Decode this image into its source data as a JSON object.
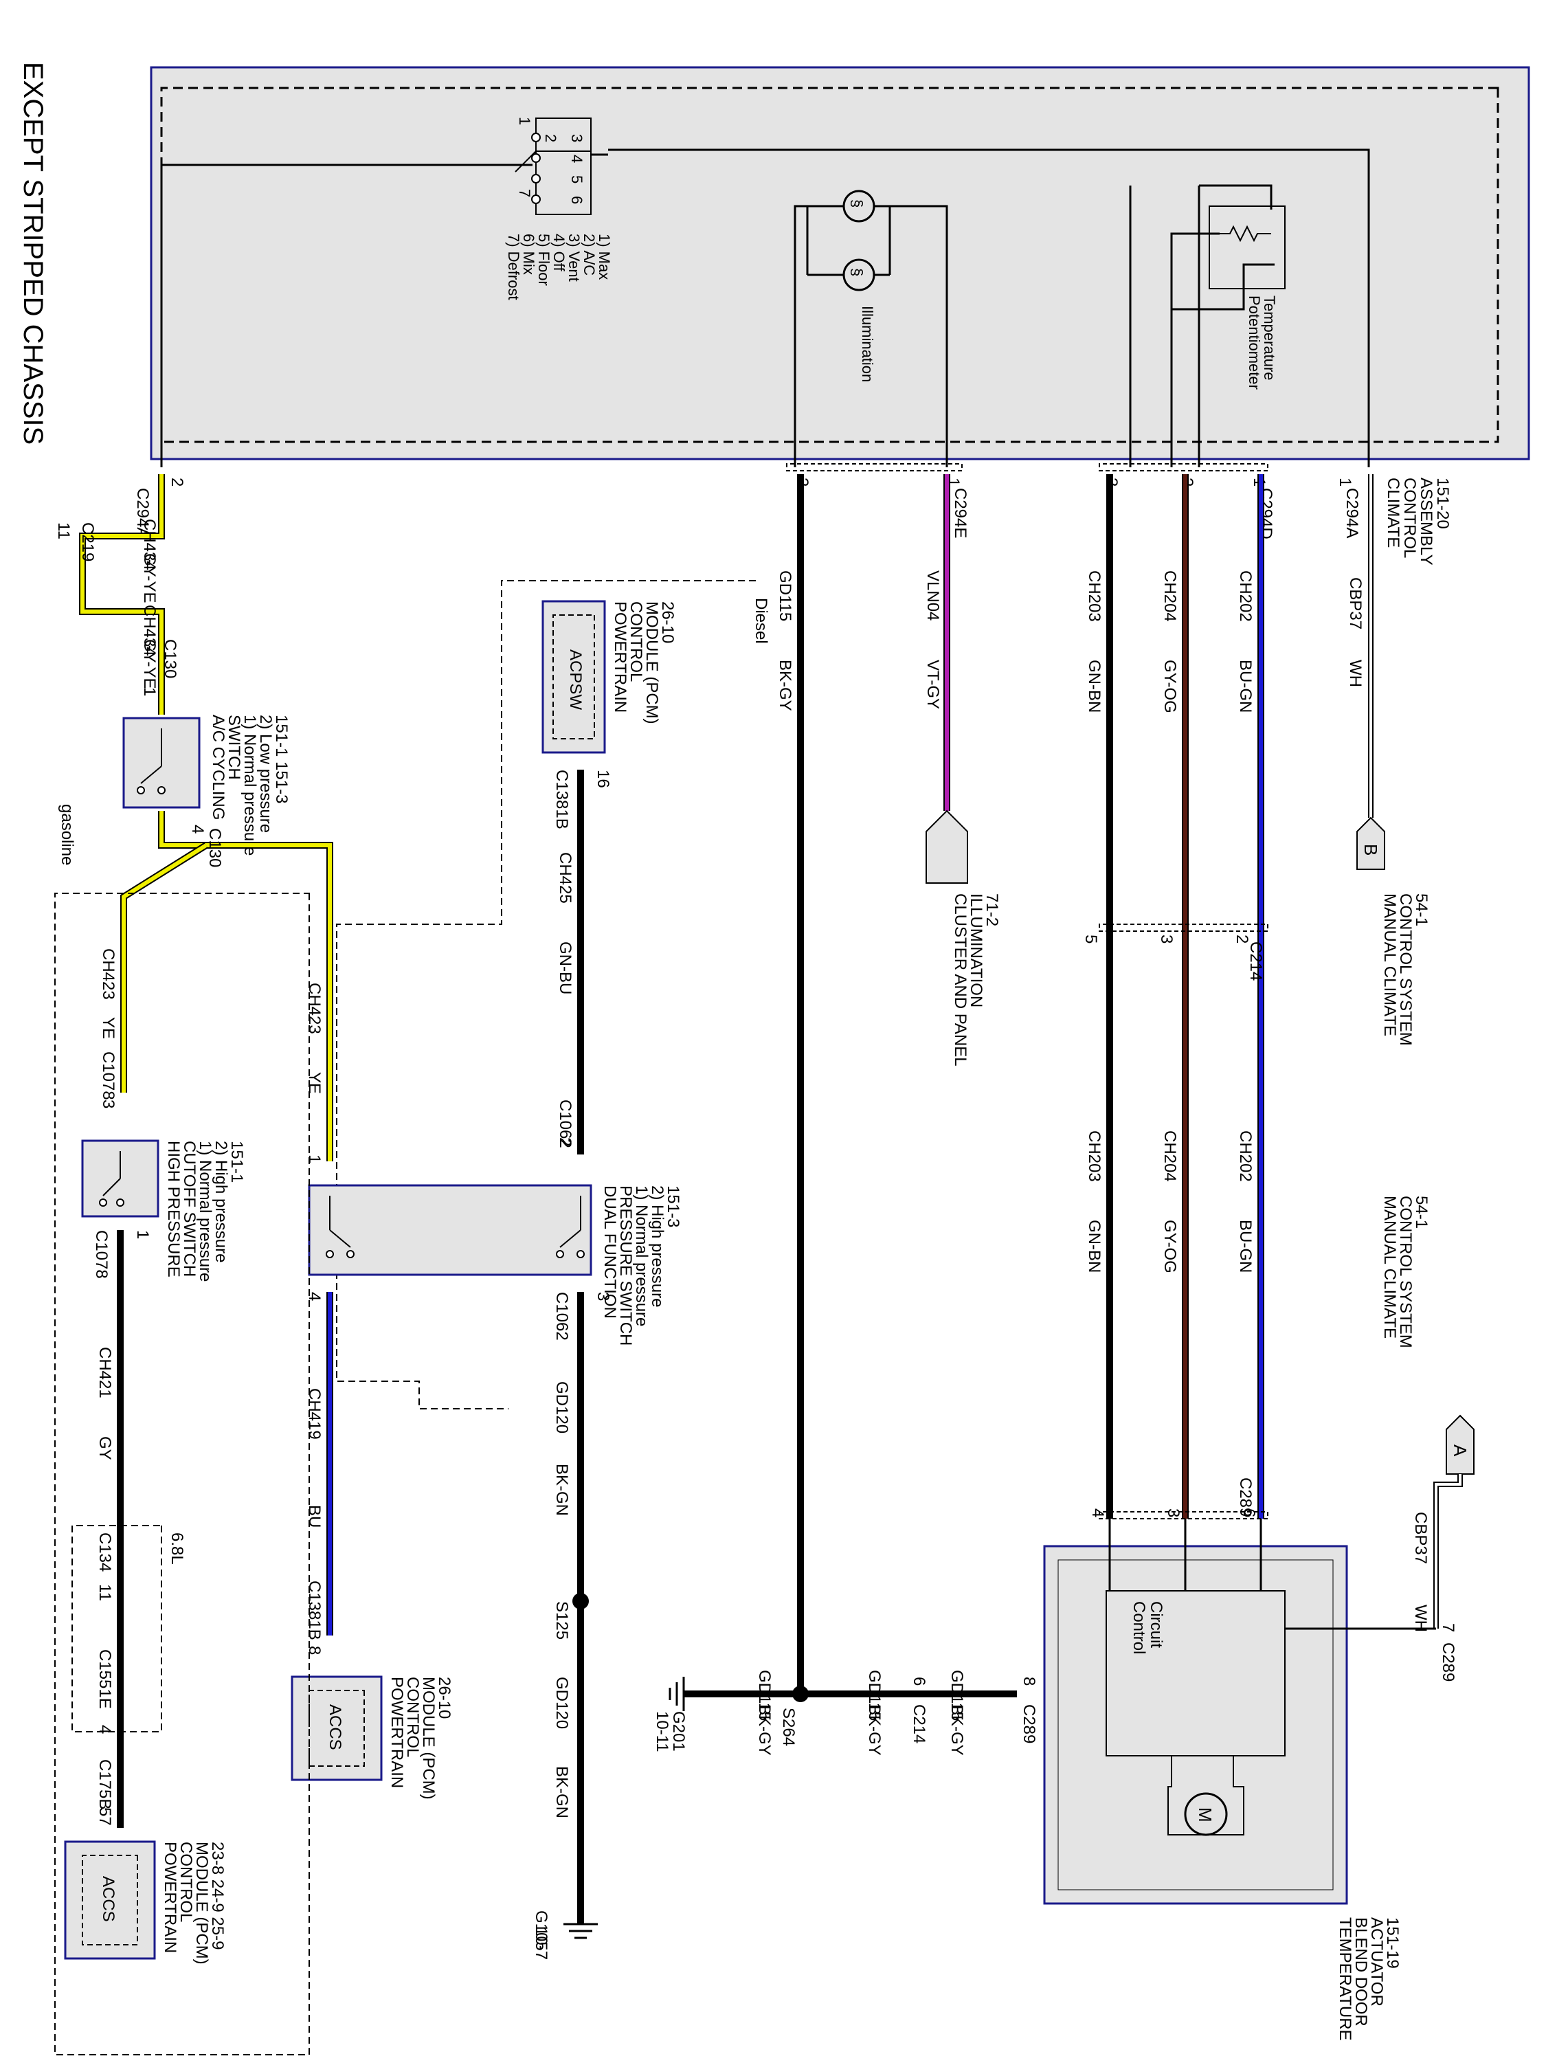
{
  "title": "EXCEPT STRIPPED CHASSIS",
  "colors": {
    "black": "#000000",
    "blue": "#1a1ad6",
    "brown": "#5a1a10",
    "violet": "#b020b0",
    "yellow": "#f0f000",
    "box_fill": "#e4e4e4",
    "box_border": "#1a1a8a"
  },
  "climate_assembly": {
    "label_lines": [
      "CLIMATE",
      "CONTROL",
      "ASSEMBLY",
      "151-20"
    ],
    "mode_switch_positions": [
      "1) Max",
      "2) A/C",
      "3) Vent",
      "4) Off",
      "5) Floor",
      "6) Mix",
      "7) Defrost"
    ],
    "mode_pins": [
      "1",
      "2",
      "3",
      "4",
      "5",
      "6",
      "7"
    ],
    "illumination_label": "Illumination",
    "potentiometer_label_lines": [
      "Temperature",
      "Potentiometer"
    ]
  },
  "connectors": {
    "c294a": "C294A",
    "c294d": "C294D",
    "c294e": "C294E",
    "c219": "C219",
    "c130": "C130",
    "c214": "C214",
    "c289": "C289",
    "c1381b": "C1381B",
    "c1062": "C1062",
    "c1078": "C1078",
    "c134": "C134",
    "c1551e": "C1551E",
    "c175b": "C175B",
    "s125": "S125",
    "s264": "S264"
  },
  "pins": {
    "p1": "1",
    "p2": "2",
    "p3": "3",
    "p4": "4",
    "p5": "5",
    "p6": "6",
    "p7": "7",
    "p8": "8",
    "p11": "11",
    "p16": "16",
    "p57": "57"
  },
  "circuits": {
    "cbp37": "CBP37",
    "wh": "WH",
    "ch202": "CH202",
    "bu_gn": "BU-GN",
    "ch204": "CH204",
    "gy_og": "GY-OG",
    "ch203": "CH203",
    "gn_bn": "GN-BN",
    "vln04": "VLN04",
    "vt_gy": "VT-GY",
    "gd115": "GD115",
    "bk_gy": "BK-GY",
    "ch434": "CH434",
    "gy_ye": "GY-YE",
    "ch425": "CH425",
    "gn_bu": "GN-BU",
    "ch423": "CH423",
    "ye": "YE",
    "ch419": "CH419",
    "bu": "BU",
    "gd120": "GD120",
    "bk_gn": "BK-GN",
    "ch421": "CH421",
    "gy": "GY"
  },
  "components": {
    "manual_climate_1": [
      "MANUAL CLIMATE",
      "CONTROL SYSTEM",
      "54-1"
    ],
    "manual_climate_2": [
      "MANUAL CLIMATE",
      "CONTROL SYSTEM",
      "54-1"
    ],
    "flag_b": "B",
    "flag_a": "A",
    "cluster": [
      "CLUSTER AND PANEL",
      "ILLUMINATION",
      "71-2"
    ],
    "actuator": [
      "TEMPERATURE",
      "BLEND DOOR",
      "ACTUATOR",
      "151-19"
    ],
    "control_circuit": [
      "Control",
      "Circuit"
    ],
    "motor": "M",
    "pcm_diesel": [
      "POWERTRAIN",
      "CONTROL",
      "MODULE (PCM)",
      "26-10"
    ],
    "acpsw": "ACPSW",
    "diesel": "Diesel",
    "ac_cycling": [
      "A/C CYCLING",
      "SWITCH",
      "1) Normal pressure",
      "2) Low pressure",
      "151-1   151-3"
    ],
    "dual_function": [
      "DUAL FUNCTION",
      "PRESSURE SWITCH",
      "1) Normal pressure",
      "2) High pressure",
      "151-3"
    ],
    "pcm_2": [
      "POWERTRAIN",
      "CONTROL",
      "MODULE (PCM)",
      "26-10"
    ],
    "accs": "ACCS",
    "hp_cutoff": [
      "HIGH PRESSURE",
      "CUTOFF SWITCH",
      "1) Normal pressure",
      "2) High pressure",
      "151-1"
    ],
    "pcm_3": [
      "POWERTRAIN",
      "CONTROL",
      "MODULE (PCM)",
      "23-8   24-9   25-9"
    ],
    "gasoline": "gasoline",
    "six8l": "6.8L",
    "g201": [
      "G201",
      "10-11"
    ],
    "g105": [
      "G105",
      "10-7"
    ]
  }
}
